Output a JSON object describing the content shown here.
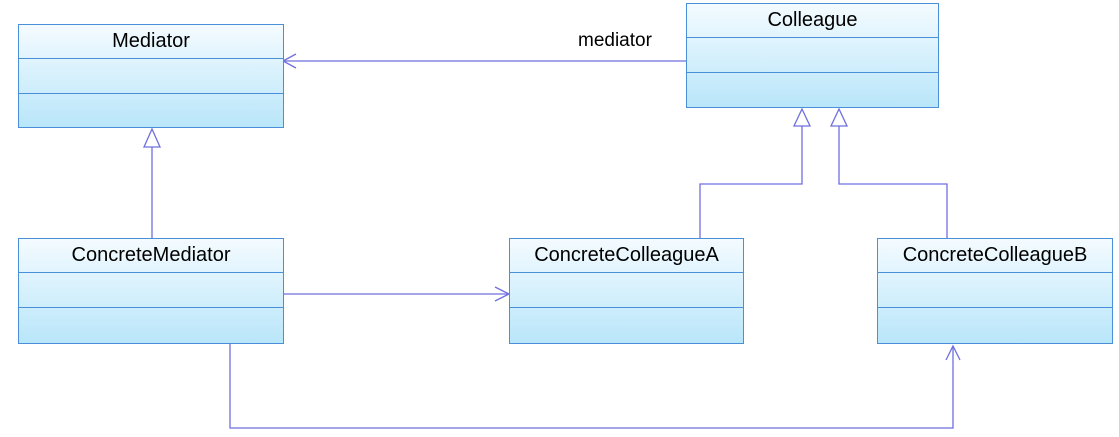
{
  "classes": {
    "mediator": {
      "name": "Mediator"
    },
    "colleague": {
      "name": "Colleague"
    },
    "concrete_mediator": {
      "name": "ConcreteMediator"
    },
    "concrete_colleague_a": {
      "name": "ConcreteColleagueA"
    },
    "concrete_colleague_b": {
      "name": "ConcreteColleagueB"
    }
  },
  "associations": {
    "colleague_to_mediator": {
      "role": "mediator"
    }
  },
  "colors": {
    "line": "#6f6fe0",
    "border": "#4a90d9",
    "fill_top": "#f4fbff",
    "fill_bottom": "#b9e6fa"
  }
}
